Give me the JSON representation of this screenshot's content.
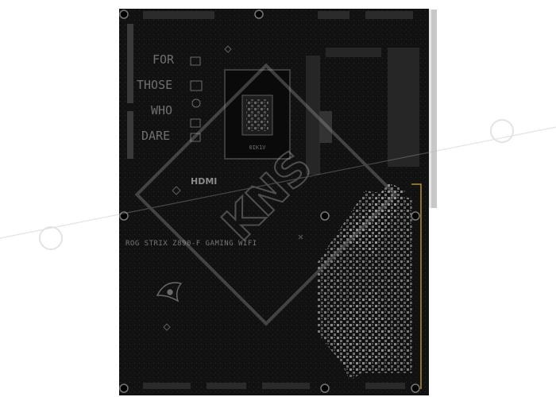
{
  "board": {
    "slogan": [
      "FOR",
      "THOSE",
      "WHO",
      "DARE"
    ],
    "model": "ROG STRIX Z890-F GAMING WIFI",
    "hdmi": "HDMI",
    "socket_code": "0IK1V",
    "watermark": "KNS"
  },
  "colors": {
    "pcb": "#111111",
    "pcb_edge": "#1c1c1c",
    "silkscreen": "#6f6f6f",
    "pattern": "#8a8a8a",
    "bracket": "#c8c8c8",
    "gold_trace": "#b8902a",
    "watermark": "#9a9a9a"
  }
}
